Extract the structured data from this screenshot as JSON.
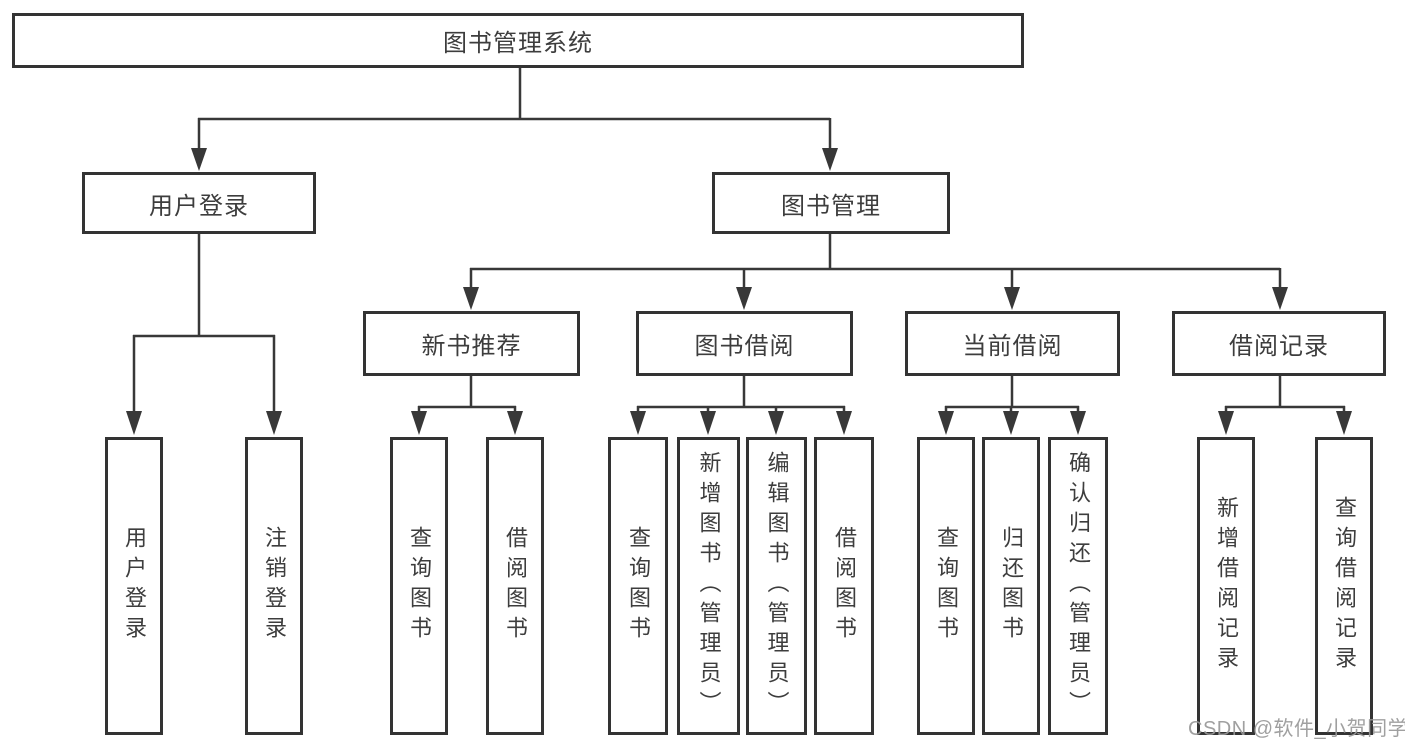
{
  "hierarchy": {
    "root": {
      "label": "图书管理系统"
    },
    "children": [
      {
        "label": "用户登录",
        "children": [
          {
            "label": "用户登录"
          },
          {
            "label": "注销登录"
          }
        ]
      },
      {
        "label": "图书管理",
        "children": [
          {
            "label": "新书推荐",
            "children": [
              {
                "label": "查询图书"
              },
              {
                "label": "借阅图书"
              }
            ]
          },
          {
            "label": "图书借阅",
            "children": [
              {
                "label": "查询图书"
              },
              {
                "label": "新增图书（管理员）"
              },
              {
                "label": "编辑图书（管理员）"
              },
              {
                "label": "借阅图书"
              }
            ]
          },
          {
            "label": "当前借阅",
            "children": [
              {
                "label": "查询图书"
              },
              {
                "label": "归还图书"
              },
              {
                "label": "确认归还（管理员）"
              }
            ]
          },
          {
            "label": "借阅记录",
            "children": [
              {
                "label": "新增借阅记录"
              },
              {
                "label": "查询借阅记录"
              }
            ]
          }
        ]
      }
    ]
  },
  "watermark": {
    "text": "CSDN @软件_小贺同学"
  },
  "colors": {
    "line": "#383838",
    "box_border": "#333333",
    "text": "#3d3d3d",
    "watermark": "#989898",
    "background": "#ffffff"
  }
}
